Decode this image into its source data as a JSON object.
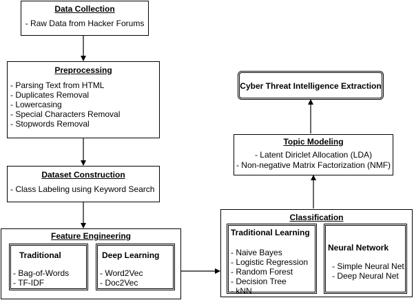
{
  "data_collection": {
    "title": "Data Collection",
    "items": [
      "- Raw Data from Hacker Forums"
    ]
  },
  "preprocessing": {
    "title": "Preprocessing",
    "items": [
      "- Parsing Text from HTML",
      "- Duplicates Removal",
      "- Lowercasing",
      "- Special Characters Removal",
      "- Stopwords Removal"
    ]
  },
  "dataset_construction": {
    "title": "Dataset Construction",
    "items": [
      "- Class Labeling using Keyword Search"
    ]
  },
  "feature_engineering": {
    "title": "Feature Engineering",
    "traditional": {
      "title": "Traditional",
      "items": [
        "- Bag-of-Words",
        "- TF-IDF"
      ]
    },
    "deep_learning": {
      "title": "Deep Learning",
      "items": [
        "- Word2Vec",
        "- Doc2Vec"
      ]
    }
  },
  "classification": {
    "title": "Classification",
    "traditional_learning": {
      "title": "Traditional Learning",
      "items": [
        "- Naive Bayes",
        "- Logistic Regression",
        "- Random Forest",
        "- Decision Tree",
        "- kNN"
      ]
    },
    "neural_network": {
      "title": "Neural Network",
      "items": [
        "- Simple Neural Net",
        "- Deep Neural Net"
      ]
    }
  },
  "topic_modeling": {
    "title": "Topic Modeling",
    "items": [
      "- Latent Diriclet Allocation (LDA)",
      "- Non-negative Matrix Factorization (NMF)"
    ]
  },
  "cti_extraction": {
    "title": "Cyber Threat Intelligence Extraction"
  }
}
